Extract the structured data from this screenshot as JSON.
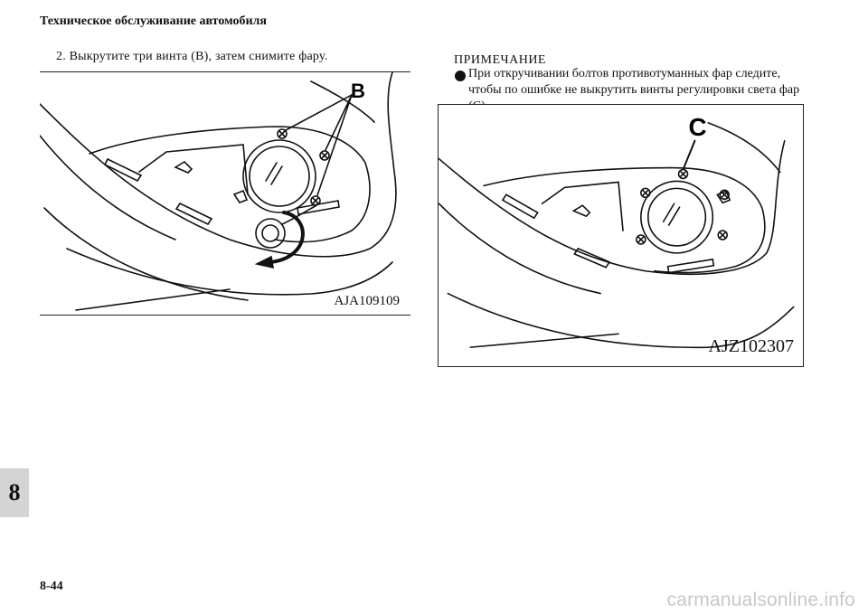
{
  "header": {
    "title": "Техническое обслуживание автомобиля"
  },
  "step": {
    "text": "2.  Выкрутите три винта (B), затем снимите фару."
  },
  "figure1": {
    "callout": "B",
    "code": "AJA109109"
  },
  "note": {
    "heading": "ПРИМЕЧАНИЕ",
    "text": "При откручивании болтов противотуманных фар следите, чтобы по ошибке не выкрутить винты регулировки света фар (C)."
  },
  "figure2": {
    "callout": "C",
    "code": "AJZ102307"
  },
  "chapter_tab": "8",
  "page_number": "8-44",
  "watermark": "carmanualsonline.info"
}
